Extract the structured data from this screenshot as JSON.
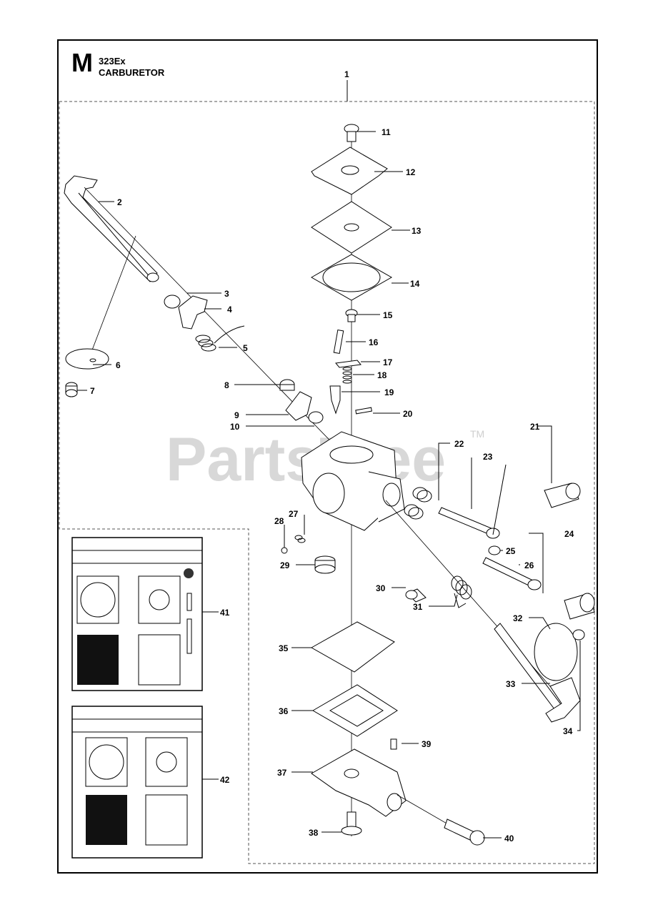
{
  "header": {
    "section_letter": "M",
    "model": "323Ex",
    "title": "CARBURETOR"
  },
  "watermark": {
    "brand": "PartsTree",
    "tm": "TM"
  },
  "callouts": [
    "1",
    "2",
    "3",
    "4",
    "5",
    "6",
    "7",
    "8",
    "9",
    "10",
    "11",
    "12",
    "13",
    "14",
    "15",
    "16",
    "17",
    "18",
    "19",
    "20",
    "21",
    "22",
    "23",
    "24",
    "25",
    "26",
    "27",
    "28",
    "29",
    "30",
    "31",
    "32",
    "33",
    "34",
    "35",
    "36",
    "37",
    "38",
    "39",
    "40",
    "41",
    "42"
  ],
  "colors": {
    "line": "#000000",
    "watermark": "#d8d8d8",
    "kit_dark": "#111111"
  }
}
